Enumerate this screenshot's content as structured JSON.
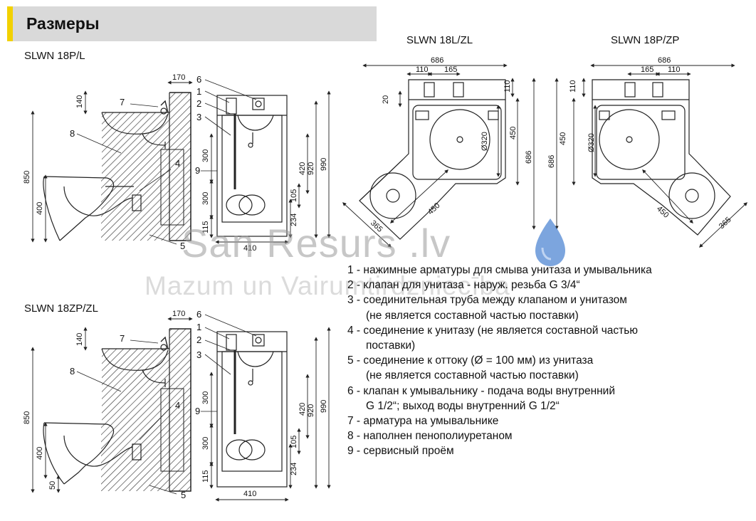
{
  "header": {
    "title": "Размеры"
  },
  "models": {
    "top_left": "SLWN 18P/L",
    "bottom_left": "SLWN 18ZP/ZL",
    "top_mid": "SLWN 18L/ZL",
    "top_right": "SLWN 18P/ZP"
  },
  "dims": {
    "d170": "170",
    "d140": "140",
    "d850": "850",
    "d400": "400",
    "d50": "50",
    "d300": "300",
    "d115": "115",
    "d410": "410",
    "d420": "420",
    "d920": "920",
    "d990": "990",
    "d105": "105",
    "d234": "234",
    "d686": "686",
    "d110": "110",
    "d165": "165",
    "d20": "20",
    "d320": "Ø320",
    "d450": "450",
    "d365": "365"
  },
  "callouts": [
    "1",
    "2",
    "3",
    "4",
    "5",
    "6",
    "7",
    "8",
    "9"
  ],
  "legend": [
    {
      "line1": "1 - нажимные арматуры для смыва унитаза и умывальника",
      "line2": ""
    },
    {
      "line1": "2 - клапан для унитаза - наруж. резьба G 3/4“",
      "line2": ""
    },
    {
      "line1": "3 - соединительная труба между клапаном и унитазом",
      "line2": "(не является составной частью поставки)"
    },
    {
      "line1": "4 - соединение к унитазу (не является составной частью",
      "line2": "поставки)"
    },
    {
      "line1": "5 - соединение к оттоку (Ø = 100 мм) из унитаза",
      "line2": "(не является составной частью поставки)"
    },
    {
      "line1": "6 - клапан к умывальнику - подача воды внутренний",
      "line2": "G 1/2“; выход воды внутренний G 1/2“"
    },
    {
      "line1": "7 - арматура на умывальнике",
      "line2": ""
    },
    {
      "line1": "8 - наполнен пенополиуретаном",
      "line2": ""
    },
    {
      "line1": "9 - сервисный проём",
      "line2": ""
    }
  ],
  "watermark": {
    "main": "San Resurs .lv",
    "sub": "Mazum un Vairumtirdzniecība"
  },
  "colors": {
    "accent": "#f2d100",
    "header_bg": "#d9d9d9",
    "line": "#222222",
    "drop_blue": "#5b8fd6"
  }
}
